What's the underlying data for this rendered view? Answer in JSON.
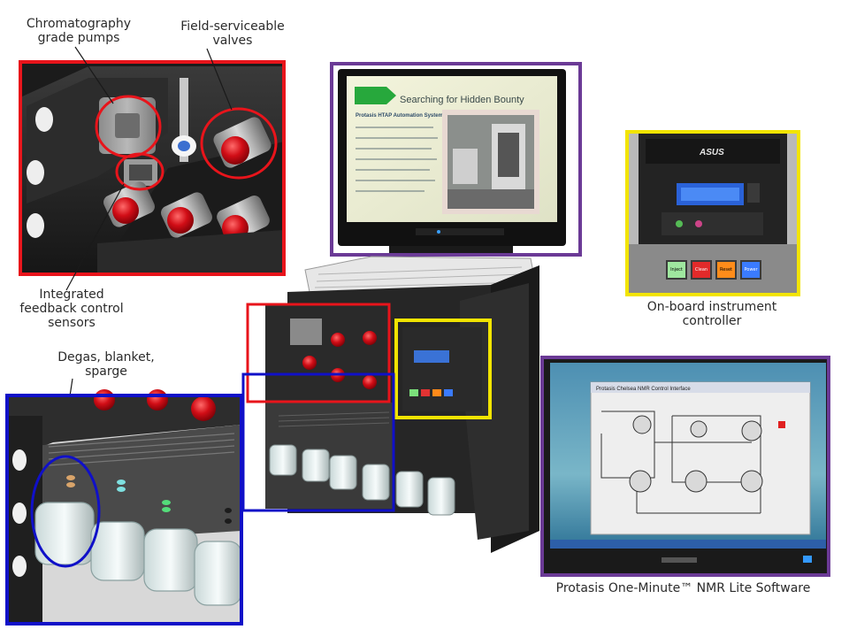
{
  "callouts": {
    "pumps": [
      "Chromatography",
      "grade pumps"
    ],
    "valves": [
      "Field-serviceable",
      "valves"
    ],
    "sensors": [
      "Integrated",
      "feedback control",
      "sensors"
    ],
    "degas": [
      "Degas, blanket,",
      "sparge"
    ],
    "controller": [
      "On-board instrument",
      "controller"
    ],
    "software": "Protasis One-Minute™ NMR Lite Software"
  },
  "screen": {
    "slide_title": "Searching for Hidden Bounty",
    "slide_subtitle": "Protasis HTAP Automation System"
  },
  "controller_panel": {
    "brand": "ASUS",
    "buttons": [
      "Inject",
      "Clean",
      "Reset",
      "Power"
    ]
  },
  "software_window": {
    "title": "Protasis Chelsea NMR Control Interface"
  },
  "colors": {
    "red_frame": "#e8141b",
    "blue_frame": "#1010c8",
    "yellow_frame": "#f2e400",
    "purple_frame": "#6b3a96"
  }
}
